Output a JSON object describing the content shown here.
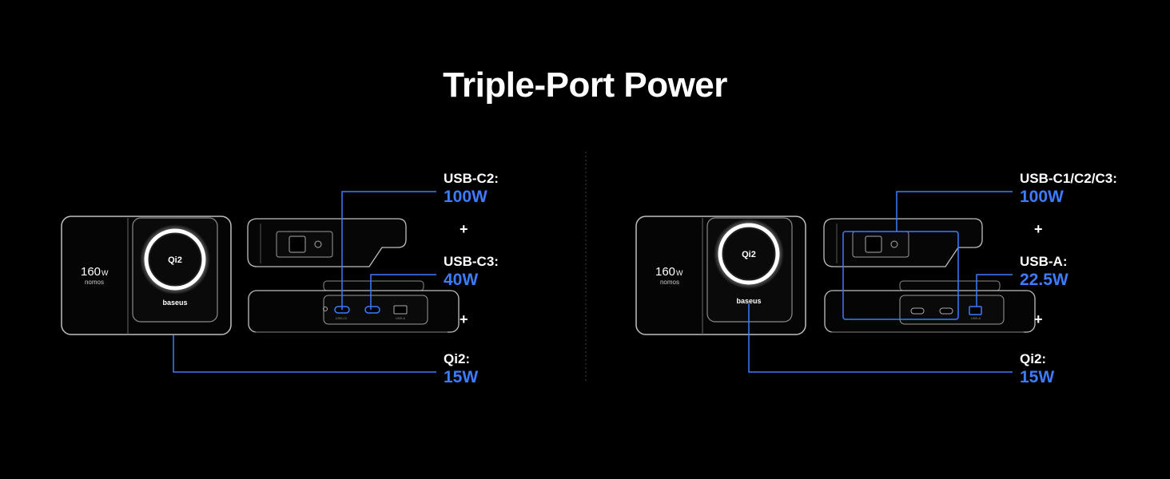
{
  "title": "Triple-Port Power",
  "accent_color": "#3d7bff",
  "left": {
    "labels": [
      {
        "name": "USB-C2:",
        "value": "100W"
      },
      {
        "name": "USB-C3:",
        "value": "40W"
      },
      {
        "name": "Qi2:",
        "value": "15W"
      }
    ],
    "plus": "+"
  },
  "right": {
    "labels": [
      {
        "name": "USB-C1/C2/C3:",
        "value": "100W"
      },
      {
        "name": "USB-A:",
        "value": "22.5W"
      },
      {
        "name": "Qi2:",
        "value": "15W"
      }
    ],
    "plus": "+"
  },
  "device": {
    "capacity": "160",
    "unit": "W",
    "model": "nomos",
    "qi_badge": "Qi2",
    "brand": "baseus",
    "port_c2": "USB-C2",
    "port_a": "USB-A"
  }
}
